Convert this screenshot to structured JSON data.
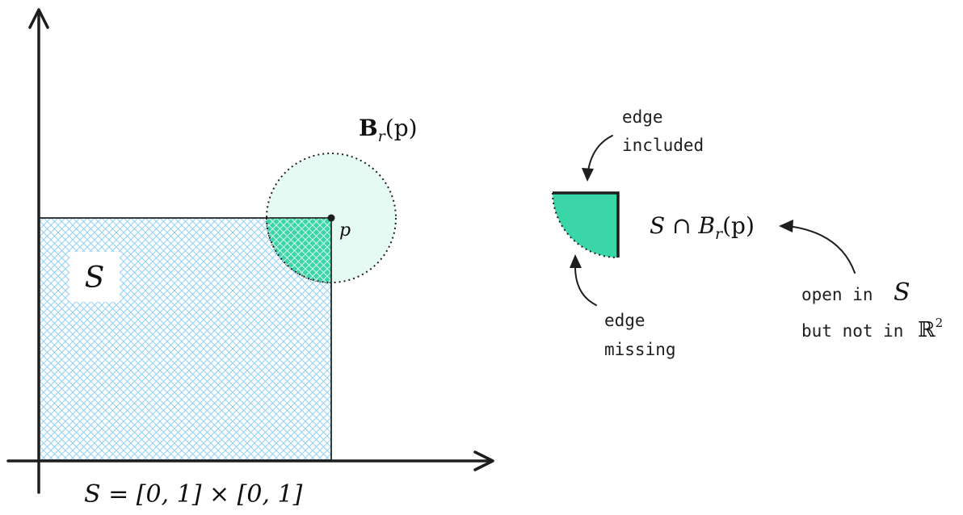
{
  "labels": {
    "set_name": "S",
    "set_definition": "S = [0, 1] × [0, 1]",
    "point_label": "p",
    "ball_label_main": "B",
    "ball_label_sub": "r",
    "ball_label_arg": "(p)",
    "intersection_label": "S ∩ B",
    "intersection_sub": "r",
    "intersection_arg": "(p)"
  },
  "annotations": {
    "edge_included_line1": "edge",
    "edge_included_line2": "included",
    "edge_missing_line1": "edge",
    "edge_missing_line2": "missing",
    "open_line1": "open in",
    "open_line1_math": "S",
    "open_line2": "but not in",
    "open_line2_math": "ℝ",
    "open_line2_exp": "2"
  },
  "colors": {
    "hatch": "#8fd0f5",
    "ball_fill": "#e5faf3",
    "intersection_fill": "#3ad6a8",
    "stroke": "#1e1e1e"
  }
}
